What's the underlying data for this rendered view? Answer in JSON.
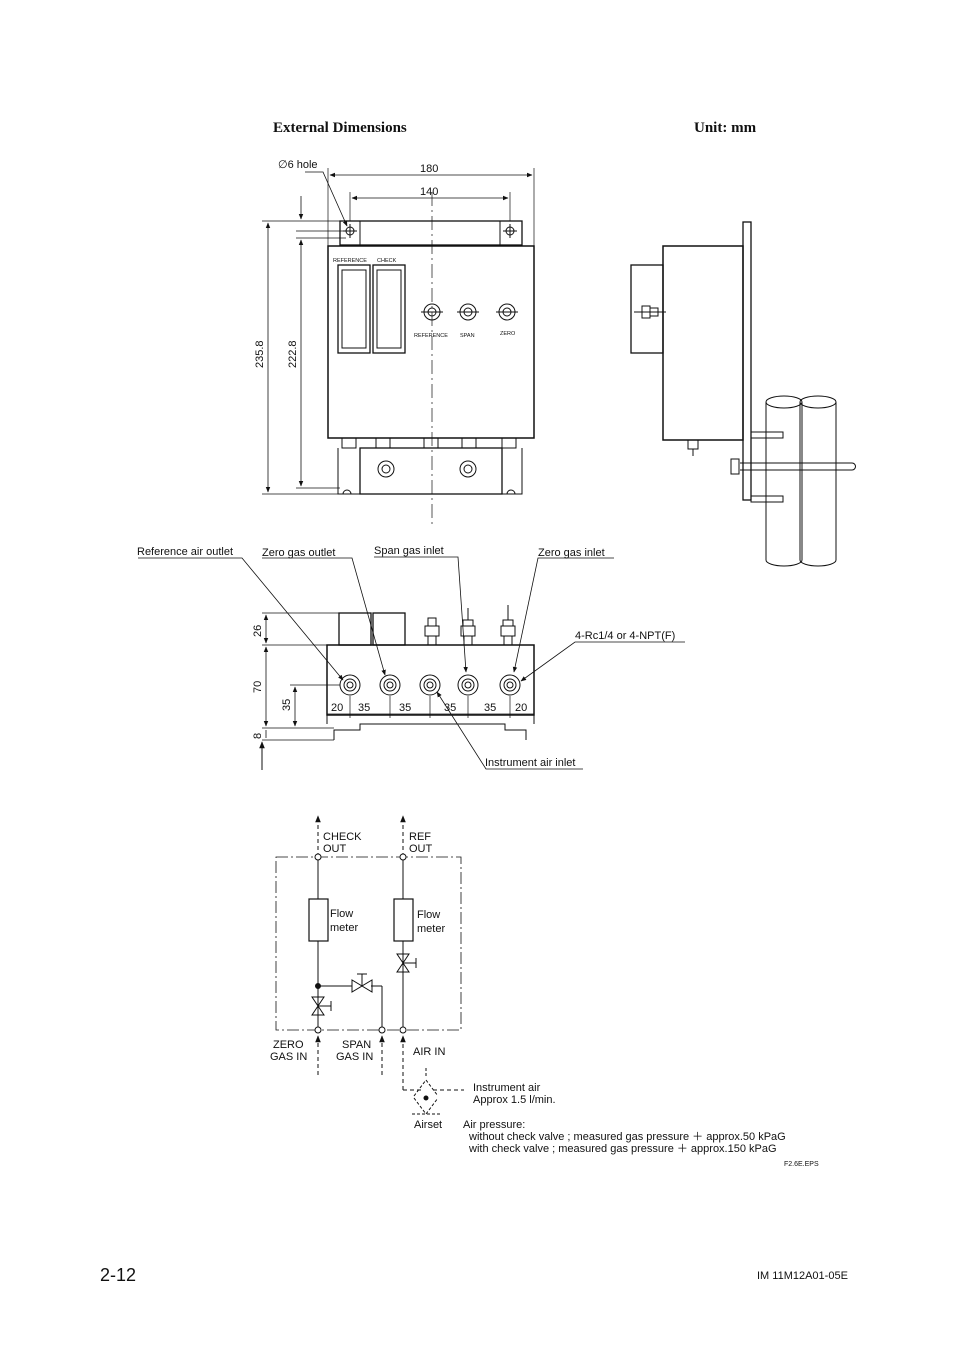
{
  "header": {
    "title": "External Dimensions",
    "unit": "Unit: mm"
  },
  "front_view": {
    "hole_label": "∅6 hole",
    "width_overall": "180",
    "width_holes": "140",
    "height_overall": "235.8",
    "height_holes": "222.8",
    "panel_labels": [
      "REFERENCE",
      "CHECK"
    ],
    "valve_labels": [
      "REFERENCE",
      "SPAN",
      "ZERO"
    ]
  },
  "bottom_view": {
    "callouts": {
      "reference_air_outlet": "Reference air outlet",
      "zero_gas_outlet": "Zero gas outlet",
      "span_gas_inlet": "Span gas inlet",
      "zero_gas_inlet": "Zero gas inlet",
      "thread": "4-Rc1/4 or 4-NPT(F)",
      "instrument_air_inlet": "Instrument air inlet"
    },
    "vertical_dims": [
      "26",
      "70",
      "35",
      "8"
    ],
    "horizontal_dims": [
      "20",
      "35",
      "35",
      "35",
      "35",
      "20"
    ]
  },
  "schematic": {
    "check_out": [
      "CHECK",
      "OUT"
    ],
    "ref_out": [
      "REF",
      "OUT"
    ],
    "flow_meter_1": [
      "Flow",
      "meter"
    ],
    "flow_meter_2": [
      "Flow",
      "meter"
    ],
    "zero_gas_in": [
      "ZERO",
      "GAS IN"
    ],
    "span_gas_in": [
      "SPAN",
      "GAS IN"
    ],
    "air_in": "AIR IN",
    "instrument_air": [
      "Instrument air",
      "Approx 1.5 l/min."
    ],
    "airset": "Airset",
    "air_pressure": [
      "Air pressure:",
      "without check valve ; measured gas pressure ＋ approx.50 kPaG",
      "with check valve ; measured gas pressure ＋ approx.150 kPaG"
    ],
    "file_ref": "F2.6E.EPS"
  },
  "footer": {
    "page_number": "2-12",
    "doc_id": "IM 11M12A01-05E"
  }
}
